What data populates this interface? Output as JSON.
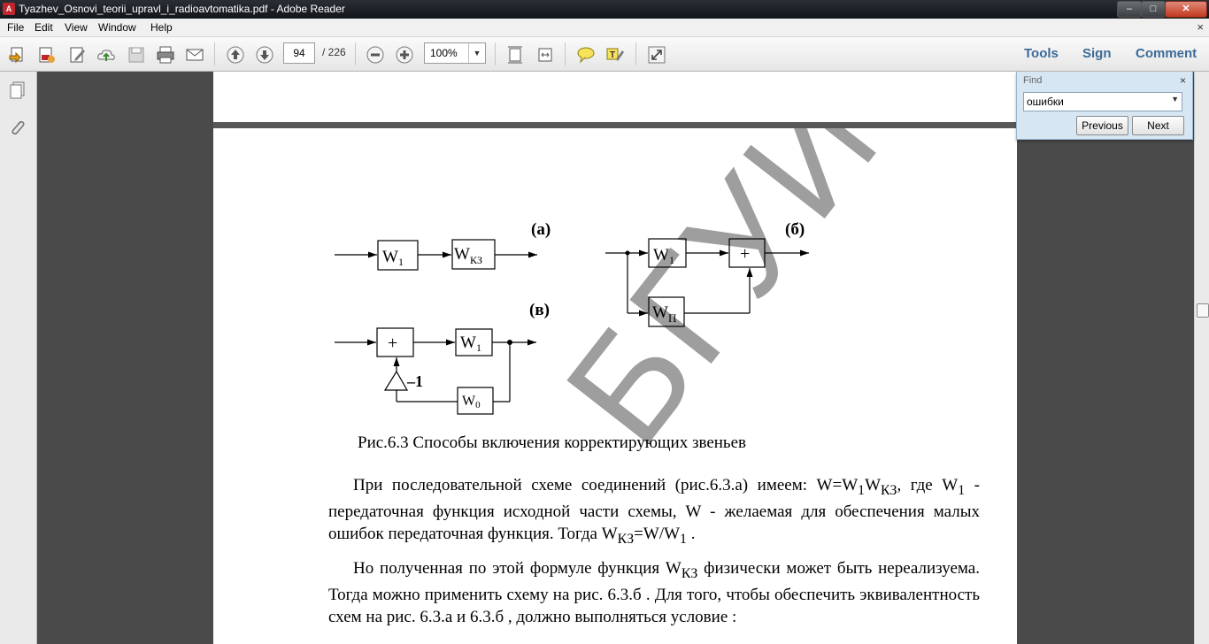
{
  "window": {
    "title": "Tyazhev_Osnovi_teorii_upravl_i_radioavtomatika.pdf - Adobe Reader",
    "min_label": "–",
    "max_label": "□",
    "close_label": "✕"
  },
  "menu": {
    "items": [
      "File",
      "Edit",
      "View",
      "Window",
      "Help"
    ],
    "close_label": "×"
  },
  "toolbar": {
    "current_page": "94",
    "total_pages": "/ 226",
    "zoom": "100%",
    "tools_label": "Tools",
    "sign_label": "Sign",
    "comment_label": "Comment"
  },
  "find": {
    "title": "Find",
    "close_label": "×",
    "query": "ошибки",
    "previous_label": "Previous",
    "next_label": "Next"
  },
  "document": {
    "diagram": {
      "label_a": "(а)",
      "label_b": "(б)",
      "label_v": "(в)",
      "w": "W",
      "sub_1": "1",
      "sub_kz": "КЗ",
      "sub_p": "П",
      "sub_0": "0",
      "plus": "+",
      "gain": "–1"
    },
    "caption": "Рис.6.3 Способы включения корректирующих звеньев",
    "para1": {
      "t1": "При последовательной схеме соединений (рис.6.3.а) имеем: W=W",
      "s1": "1",
      "t2": "W",
      "s2": "КЗ",
      "t3": ", где W",
      "s3": "1",
      "t4": " - передаточная функция исходной части схемы, W - желаемая для обеспечения малых ошибок передаточная функция. Тогда  W",
      "s4": "КЗ",
      "t5": "=W/W",
      "s5": "1",
      "t6": " ."
    },
    "para2": {
      "t1": "Но полученная по этой формуле функция W",
      "s1": "КЗ",
      "t2": " физически может быть нереализуема. Тогда можно применить схему на рис. 6.3.б . Для того, чтобы обеспечить эквивалентность схем на рис. 6.3.а и 6.3.б , должно выполняться условие :"
    },
    "watermark": "БГУИ"
  }
}
